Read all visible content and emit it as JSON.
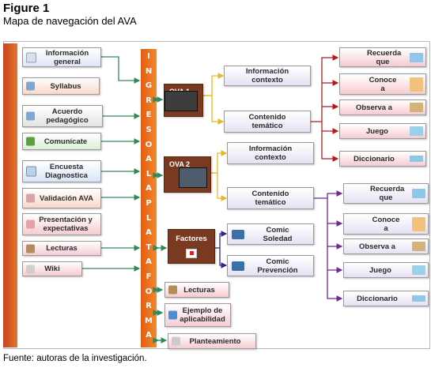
{
  "figure": {
    "title": "Figure 1",
    "subtitle": "Mapa de navegación del AVA",
    "source": "Fuente: autoras de la investigación."
  },
  "central_bar": {
    "letters": [
      "I",
      "N",
      "G",
      "R",
      "E",
      "S",
      "O",
      "A",
      "L",
      "A",
      "P",
      "L",
      "A",
      "T",
      "A",
      "F",
      "O",
      "R",
      "M",
      "A"
    ]
  },
  "left_nodes": [
    {
      "label": "Información general"
    },
    {
      "label": "Syllabus"
    },
    {
      "label": "Acuerdo pedagógico"
    },
    {
      "label": "Comunícate"
    },
    {
      "label": "Encuesta Diagnostica"
    },
    {
      "label": "Validación AVA"
    },
    {
      "label": "Presentación y expectativas"
    },
    {
      "label": "Lecturas"
    },
    {
      "label": "Wiki"
    }
  ],
  "ova": [
    {
      "label": "OVA 1"
    },
    {
      "label": "OVA 2"
    }
  ],
  "factores": {
    "label": "Factores"
  },
  "bottom_nodes": [
    {
      "label": "Lecturas"
    },
    {
      "label": "Ejemplo de aplicabilidad"
    },
    {
      "label": "Planteamiento"
    }
  ],
  "ova1_children": [
    {
      "label": "Información contexto"
    },
    {
      "label": "Contenido temático"
    }
  ],
  "ova2_children": [
    {
      "label": "Información contexto"
    },
    {
      "label": "Contenido temático"
    }
  ],
  "factores_children": [
    {
      "label": "Comic Soledad"
    },
    {
      "label": "Comic Prevención"
    }
  ],
  "tematico1_children": [
    {
      "label": "Recuerda que"
    },
    {
      "label": "Conoce a"
    },
    {
      "label": "Observa a"
    },
    {
      "label": "Juego"
    },
    {
      "label": "Diccionario"
    }
  ],
  "tematico2_children": [
    {
      "label": "Recuerda que"
    },
    {
      "label": "Conoce a"
    },
    {
      "label": "Observa a"
    },
    {
      "label": "Juego"
    },
    {
      "label": "Diccionario"
    }
  ],
  "colors": {
    "left_arrow": "#2e8b57",
    "ova1_link": "#e8b820",
    "tematico1_link": "#b01e1e",
    "tematico2_link": "#6a2d8f",
    "factores_link": "#2d2a8f",
    "strip": "#f07a1e"
  }
}
